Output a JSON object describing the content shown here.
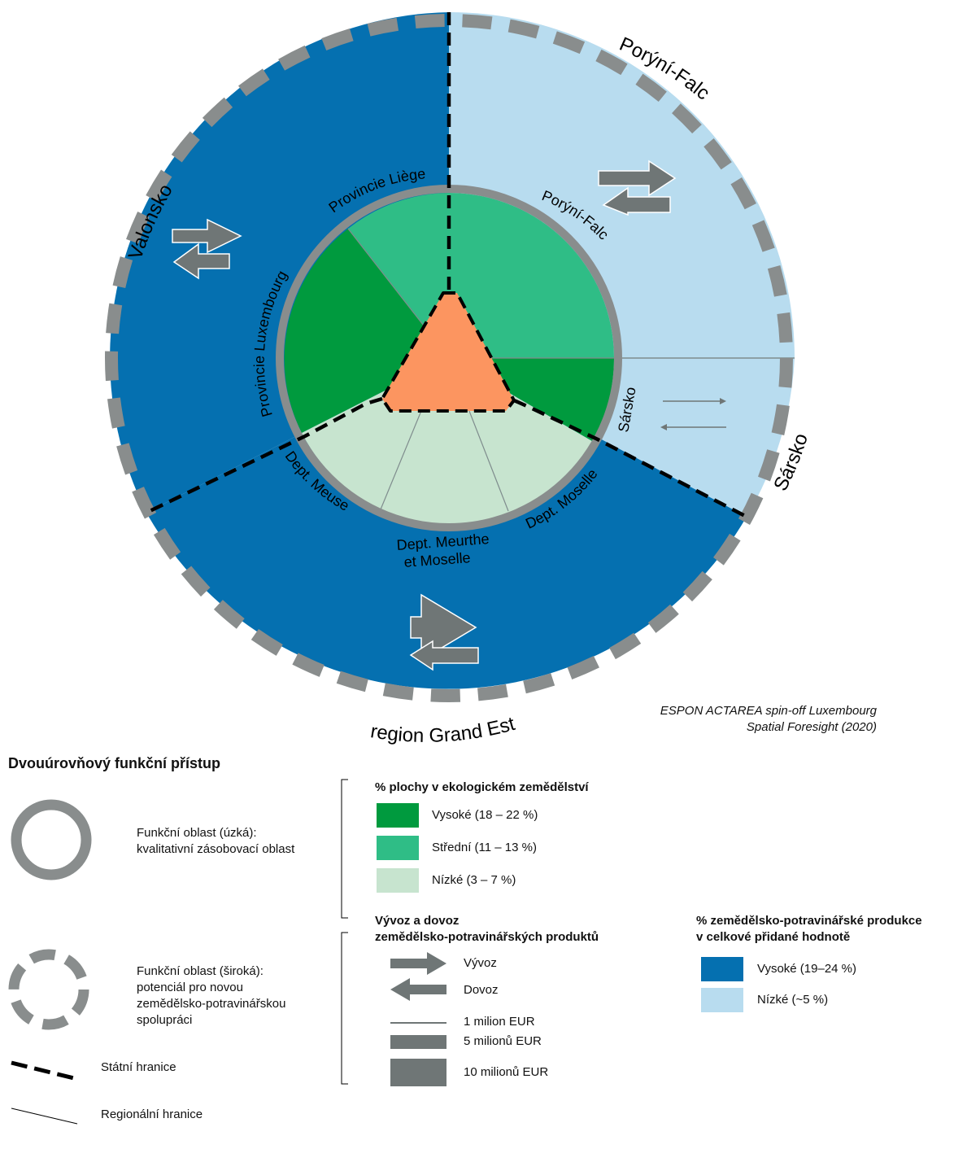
{
  "diagram": {
    "outer_regions": {
      "wallonia": "Valonsko",
      "rhineland": "Porýní-Falc",
      "saar": "Sársko",
      "grand_est": "region Grand Est"
    },
    "inner_regions": {
      "liege": "Provincie Liège",
      "luxembourg": "Provincie Luxembourg",
      "rhineland": "Porýní-Falc",
      "saar": "Sársko",
      "meuse": "Dept. Meuse",
      "meurthe": [
        "Dept. Meurthe",
        "et Moselle"
      ],
      "moselle": "Dept. Moselle"
    },
    "credit": [
      "ESPON ACTAREA spin-off Luxembourg",
      "Spatial Foresight (2020)"
    ],
    "colors": {
      "outer_high": "#0570b0",
      "outer_low": "#b8dcef",
      "inner_high": "#009a3e",
      "inner_mid": "#2fbd86",
      "inner_low": "#c7e4cf",
      "center": "#fc9560",
      "ring": "#898d8d",
      "arrow": "#6f7676"
    }
  },
  "legend": {
    "title": "Dvouúrovňový funkční přístup",
    "narrow_area": [
      "Funkční oblast (úzká):",
      "kvalitativní zásobovací oblast"
    ],
    "wide_area": [
      "Funkční oblast (široká):",
      "potenciál pro novou",
      "zemědělsko-potravinářskou",
      "spolupráci"
    ],
    "state_border": "Státní hranice",
    "regional_border": "Regionální hranice",
    "organic": {
      "title": "% plochy v ekologickém zemědělství",
      "high": "Vysoké (18 – 22 %)",
      "mid": "Střední (11 – 13 %)",
      "low": "Nízké (3 – 7 %)"
    },
    "trade": {
      "title": [
        "Vývoz a dovoz",
        "zemědělsko-potravinářských produktů"
      ],
      "export": "Vývoz",
      "import": "Dovoz",
      "w1": "1 milion EUR",
      "w5": "5 milionů EUR",
      "w10": "10 milionů EUR"
    },
    "agrifood": {
      "title": [
        "% zemědělsko-potravinářské produkce",
        "v celkové přidané hodnotě"
      ],
      "high": "Vysoké (19–24 %)",
      "low": "Nízké (~5 %)"
    }
  }
}
